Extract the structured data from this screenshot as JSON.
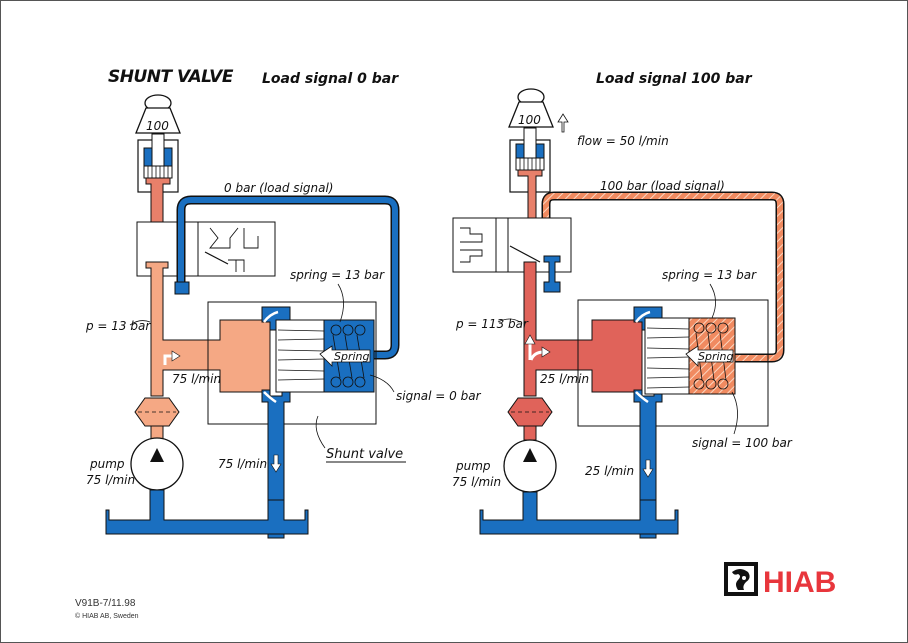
{
  "title": "SHUNT VALVE",
  "colors": {
    "tank_blue": "#1a6fc0",
    "pump_pressure_light": "#f5a884",
    "pump_pressure_high": "#e0635a",
    "signal_hatch": "#f08a60",
    "outline": "#111111",
    "brand_red": "#e8363c"
  },
  "left": {
    "heading": "Load signal 0 bar",
    "weight_label": "100",
    "load_signal_label": "0 bar  (load signal)",
    "spring_label": "spring = 13 bar",
    "pressure_label": "p = 13 bar",
    "branch_flow_label": "75 l/min",
    "spring_text": "Spring",
    "signal_label": "signal = 0 bar",
    "return_flow_label": "75 l/min",
    "shunt_valve_label": "Shunt valve",
    "pump_label": "pump",
    "pump_flow_label": "75 l/min"
  },
  "right": {
    "heading": "Load signal 100 bar",
    "weight_label": "100",
    "flow_label": "flow = 50 l/min",
    "load_signal_label": "100 bar  (load signal)",
    "spring_label": "spring = 13 bar",
    "pressure_label": "p = 113 bar",
    "branch_flow_label": "25 l/min",
    "spring_text": "Spring",
    "signal_label": "signal = 100 bar",
    "return_flow_label": "25 l/min",
    "pump_label": "pump",
    "pump_flow_label": "75 l/min"
  },
  "footer": {
    "doc_id": "V91B-7/11.98",
    "copyright": "© HIAB AB, Sweden"
  },
  "logo": {
    "text": "HIAB",
    "icon": "ram-head-icon"
  }
}
